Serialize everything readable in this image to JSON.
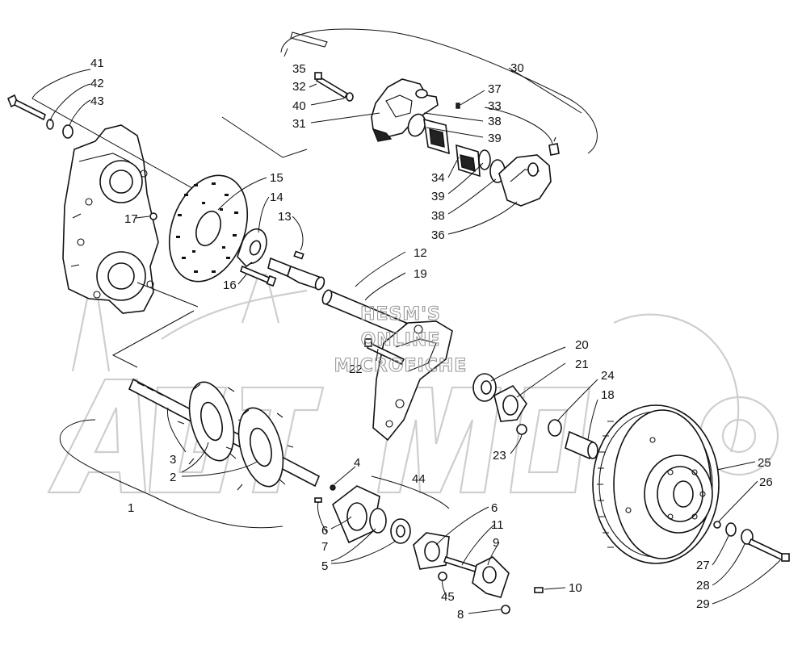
{
  "watermark": {
    "line1": "HESM'S",
    "line2": "ONLINE",
    "line3": "MICROFICHE"
  },
  "callouts": [
    {
      "id": "c41",
      "text": "41"
    },
    {
      "id": "c42",
      "text": "42"
    },
    {
      "id": "c43",
      "text": "43"
    },
    {
      "id": "c35",
      "text": "35"
    },
    {
      "id": "c32",
      "text": "32"
    },
    {
      "id": "c40",
      "text": "40"
    },
    {
      "id": "c31",
      "text": "31"
    },
    {
      "id": "c30",
      "text": "30"
    },
    {
      "id": "c37",
      "text": "37"
    },
    {
      "id": "c33",
      "text": "33"
    },
    {
      "id": "c38a",
      "text": "38"
    },
    {
      "id": "c39a",
      "text": "39"
    },
    {
      "id": "c34",
      "text": "34"
    },
    {
      "id": "c39b",
      "text": "39"
    },
    {
      "id": "c38b",
      "text": "38"
    },
    {
      "id": "c36",
      "text": "36"
    },
    {
      "id": "c15",
      "text": "15"
    },
    {
      "id": "c14",
      "text": "14"
    },
    {
      "id": "c13",
      "text": "13"
    },
    {
      "id": "c17",
      "text": "17"
    },
    {
      "id": "c16",
      "text": "16"
    },
    {
      "id": "c12",
      "text": "12"
    },
    {
      "id": "c19",
      "text": "19"
    },
    {
      "id": "c22",
      "text": "22"
    },
    {
      "id": "c20",
      "text": "20"
    },
    {
      "id": "c21",
      "text": "21"
    },
    {
      "id": "c24",
      "text": "24"
    },
    {
      "id": "c18",
      "text": "18"
    },
    {
      "id": "c23",
      "text": "23"
    },
    {
      "id": "c3",
      "text": "3"
    },
    {
      "id": "c2",
      "text": "2"
    },
    {
      "id": "c1",
      "text": "1"
    },
    {
      "id": "c4",
      "text": "4"
    },
    {
      "id": "c44",
      "text": "44"
    },
    {
      "id": "c7",
      "text": "7"
    },
    {
      "id": "c6a",
      "text": "6"
    },
    {
      "id": "c5",
      "text": "5"
    },
    {
      "id": "c6b",
      "text": "6"
    },
    {
      "id": "c11",
      "text": "11"
    },
    {
      "id": "c9",
      "text": "9"
    },
    {
      "id": "c45",
      "text": "45"
    },
    {
      "id": "c10",
      "text": "10"
    },
    {
      "id": "c8",
      "text": "8"
    },
    {
      "id": "c25",
      "text": "25"
    },
    {
      "id": "c26",
      "text": "26"
    },
    {
      "id": "c27",
      "text": "27"
    },
    {
      "id": "c28",
      "text": "28"
    },
    {
      "id": "c29",
      "text": "29"
    }
  ]
}
